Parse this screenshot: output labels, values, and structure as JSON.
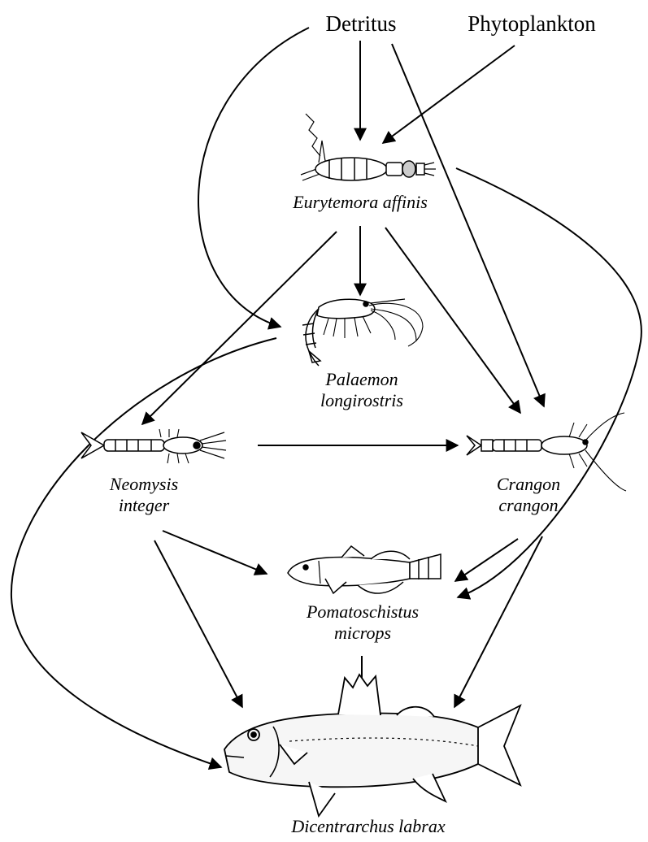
{
  "sources": {
    "detritus": "Detritus",
    "phytoplankton": "Phytoplankton"
  },
  "species": {
    "eurytemora": {
      "name": "Eurytemora affinis",
      "icon": "copepod-icon"
    },
    "palaemon": {
      "line1": "Palaemon",
      "line2": "longirostris",
      "icon": "prawn-icon"
    },
    "neomysis": {
      "line1": "Neomysis",
      "line2": "integer",
      "icon": "mysid-icon"
    },
    "crangon": {
      "line1": "Crangon",
      "line2": "crangon",
      "icon": "shrimp-icon"
    },
    "pomatoschistus": {
      "line1": "Pomatoschistus",
      "line2": "microps",
      "icon": "goby-icon"
    },
    "dicentrarchus": {
      "name": "Dicentrarchus labrax",
      "icon": "sea-bass-icon"
    }
  },
  "links": [
    {
      "from": "Detritus",
      "to": "Eurytemora affinis"
    },
    {
      "from": "Phytoplankton",
      "to": "Eurytemora affinis"
    },
    {
      "from": "Detritus",
      "to": "Palaemon longirostris"
    },
    {
      "from": "Detritus",
      "to": "Crangon crangon"
    },
    {
      "from": "Eurytemora affinis",
      "to": "Palaemon longirostris"
    },
    {
      "from": "Eurytemora affinis",
      "to": "Neomysis integer"
    },
    {
      "from": "Eurytemora affinis",
      "to": "Crangon crangon"
    },
    {
      "from": "Eurytemora affinis",
      "to": "Pomatoschistus microps"
    },
    {
      "from": "Palaemon longirostris",
      "to": "Dicentrarchus labrax"
    },
    {
      "from": "Neomysis integer",
      "to": "Crangon crangon"
    },
    {
      "from": "Neomysis integer",
      "to": "Pomatoschistus microps"
    },
    {
      "from": "Neomysis integer",
      "to": "Dicentrarchus labrax"
    },
    {
      "from": "Crangon crangon",
      "to": "Pomatoschistus microps"
    },
    {
      "from": "Crangon crangon",
      "to": "Dicentrarchus labrax"
    },
    {
      "from": "Pomatoschistus microps",
      "to": "Dicentrarchus labrax"
    }
  ]
}
